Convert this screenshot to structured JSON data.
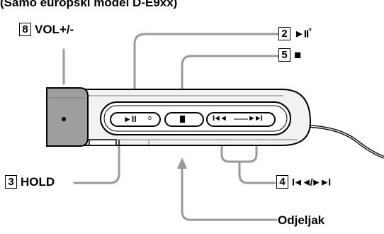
{
  "header": {
    "text": "(Samo europski model D-E9xx)"
  },
  "callouts": {
    "vol": {
      "num": "8",
      "label": "VOL+/-"
    },
    "playpause": {
      "num": "2",
      "symbol": "►II",
      "mark": "*"
    },
    "stop": {
      "num": "5",
      "symbol": "■"
    },
    "hold": {
      "num": "3",
      "label": "HOLD"
    },
    "skip": {
      "num": "4",
      "symbol": "I◄◄/►►I"
    },
    "compartment": {
      "label": "Odjeljak"
    }
  },
  "remote": {
    "play_glyph": "►II",
    "play_dot": "o",
    "stop_glyph": "■",
    "prev_glyph": "I◄◄",
    "next_glyph": "►►I"
  },
  "colors": {
    "body": "#f2f2f2",
    "vol": "#9e9e9e",
    "gray_line": "#9a9a9a",
    "outline": "#000000"
  }
}
